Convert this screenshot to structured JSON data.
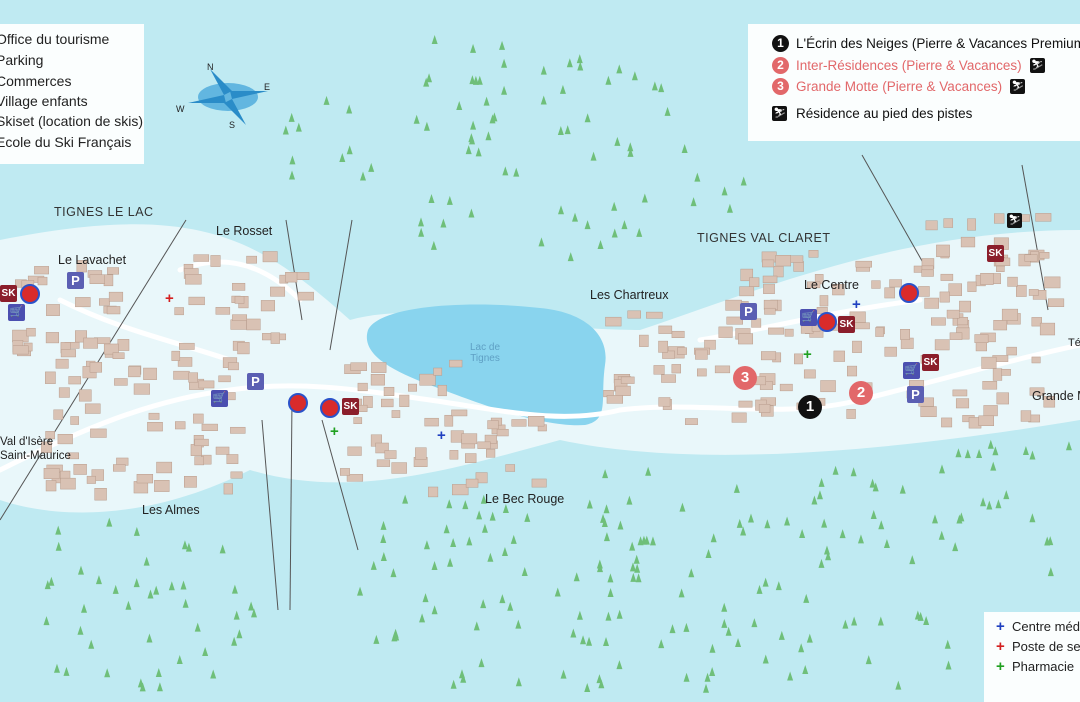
{
  "legend_left": {
    "items": [
      "Office du tourisme",
      "Parking",
      "Commerces",
      "Village enfants",
      "Skiset (location de skis)",
      "Ecole du Ski Français"
    ]
  },
  "legend_right": {
    "residences": [
      {
        "number": "1",
        "label": "L'Écrin des Neiges (Pierre & Vacances Premium)",
        "color": "#111111",
        "ski": false
      },
      {
        "number": "2",
        "label": "Inter-Résidences (Pierre & Vacances)",
        "color": "#e2686a",
        "ski": true
      },
      {
        "number": "3",
        "label": "Grande Motte (Pierre & Vacances)",
        "color": "#e2686a",
        "ski": true
      }
    ],
    "ski_note": "Résidence au pied des pistes"
  },
  "legend_bottom": {
    "items": [
      {
        "label": "Centre médical",
        "color": "#2040c0"
      },
      {
        "label": "Poste de secours",
        "color": "#d42020"
      },
      {
        "label": "Pharmacie",
        "color": "#20a020"
      }
    ]
  },
  "compass": {
    "n": "N",
    "s": "S",
    "e": "E",
    "w": "W"
  },
  "areas": {
    "lac": "TIGNES LE LAC",
    "val_claret": "TIGNES VAL CLARET"
  },
  "places": {
    "lavachet": "Le Lavachet",
    "rosset": "Le Rosset",
    "almes": "Les Almes",
    "chartreux": "Les Chartreux",
    "bec_rouge": "Le Bec Rouge",
    "centre": "Le Centre",
    "grande": "Grande Motte",
    "teleski": "Télésiège de la",
    "val_isere_1": "Val d'Isère",
    "val_isere_2": "Saint-Maurice"
  },
  "lake": {
    "line1": "Lac de",
    "line2": "Tignes"
  },
  "map_icons": {
    "parking": "P",
    "skiset": "SK",
    "commerce": "🛒",
    "medical": "+",
    "ski": "⛷"
  },
  "colors": {
    "water": "#bfeaf2",
    "snow": "#e9f7fa",
    "tree": "#6fbf7a",
    "building": "#d9c2b4",
    "lake": "#89d4ee"
  }
}
